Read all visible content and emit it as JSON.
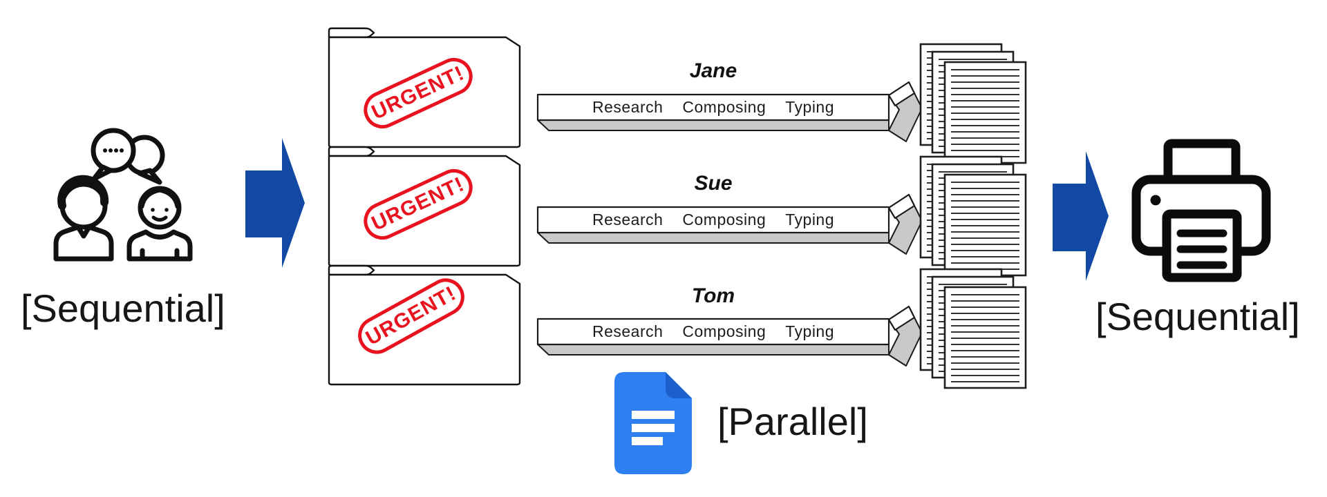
{
  "labels": {
    "left_sequential": "[Sequential]",
    "right_sequential": "[Sequential]",
    "parallel": "[Parallel]"
  },
  "stamp": {
    "text": "URGENT!"
  },
  "folders": {
    "count": 3
  },
  "document_stacks": {
    "count": 3,
    "pages_per_stack": 3
  },
  "workers": [
    {
      "name": "Jane",
      "tasks": [
        "Research",
        "Composing",
        "Typing"
      ]
    },
    {
      "name": "Sue",
      "tasks": [
        "Research",
        "Composing",
        "Typing"
      ]
    },
    {
      "name": "Tom",
      "tasks": [
        "Research",
        "Composing",
        "Typing"
      ]
    }
  ],
  "icons": {
    "people": "two-people-talking-icon",
    "speech_bubbles": "speech-bubbles-icon",
    "folder": "folder-icon",
    "task_arrow": "3d-right-arrow-bar",
    "documents": "document-stack-icon",
    "printer": "printer-icon",
    "docs_app": "google-docs-icon",
    "flow_arrow": "blue-block-arrow-right"
  },
  "colors": {
    "arrow_blue": "#1149a4",
    "stamp_red": "#e8131f",
    "docs_blue": "#2e80f2",
    "docs_fold": "#1c60cc",
    "bar_gray": "#c9c9c9",
    "ink": "#161616"
  }
}
